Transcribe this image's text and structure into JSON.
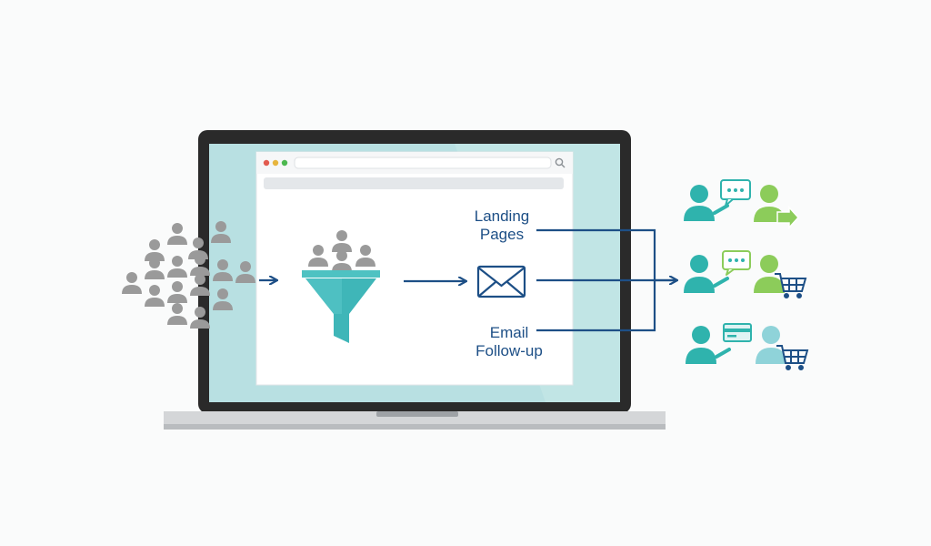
{
  "labels": {
    "landing_line1": "Landing",
    "landing_line2": "Pages",
    "email_line1": "Email",
    "email_line2": "Follow-up"
  },
  "colors": {
    "person_gray": "#9a9a9a",
    "teal": "#2fb3ad",
    "teal_light": "#8fd3d9",
    "green": "#8ccc5a",
    "navy": "#1d4f86",
    "screen_bg": "#b8e0e2",
    "laptop_frame": "#2a2a2a",
    "laptop_base": "#d4d6d8"
  },
  "icons": {
    "crowd": "person-group-icon",
    "funnel": "funnel-icon",
    "email": "envelope-icon",
    "chat": "chat-bubble-icon",
    "cart": "shopping-cart-icon",
    "card": "credit-card-icon",
    "exit": "arrow-right-icon"
  }
}
